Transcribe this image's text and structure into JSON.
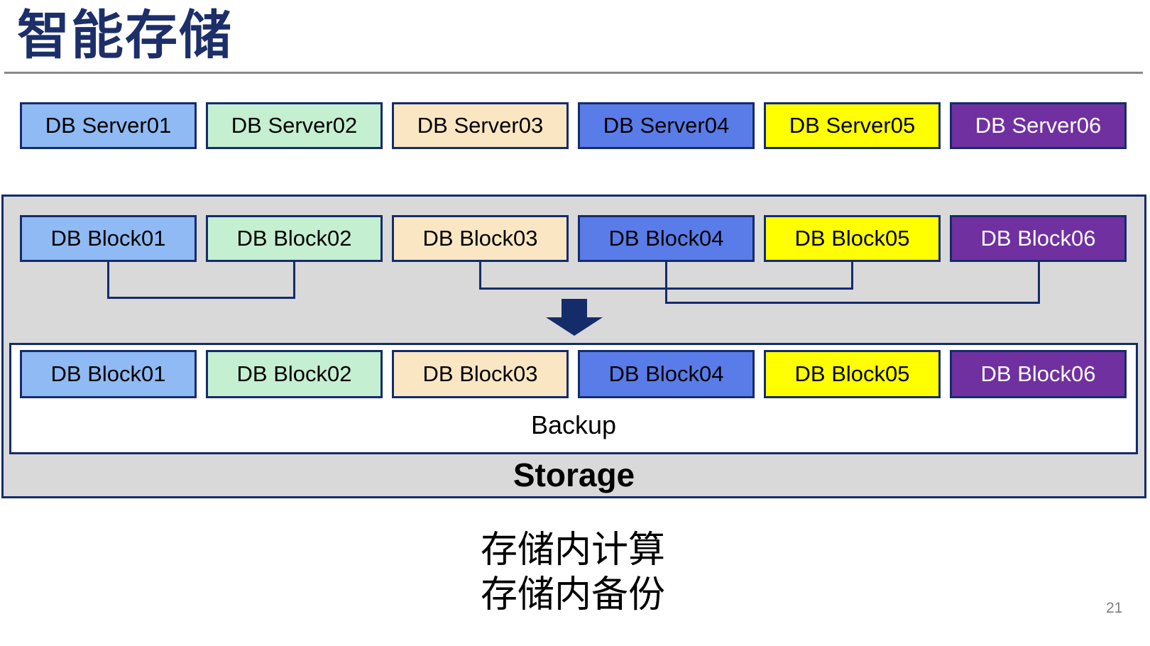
{
  "title": "智能存储",
  "page_number": "21",
  "colors": {
    "navy": "#152C6B",
    "title": "#1C2F69",
    "container_bg": "#D9D9D9",
    "rule": "#8A8A8A",
    "page_number": "#7F7F7F"
  },
  "servers": [
    {
      "label": "DB Server01",
      "bg": "#8FBAF3",
      "fg": "#000000"
    },
    {
      "label": "DB Server02",
      "bg": "#C4EFD0",
      "fg": "#000000"
    },
    {
      "label": "DB Server03",
      "bg": "#FAE6C2",
      "fg": "#000000"
    },
    {
      "label": "DB Server04",
      "bg": "#5A7CE8",
      "fg": "#000000"
    },
    {
      "label": "DB Server05",
      "bg": "#FFFF00",
      "fg": "#000000"
    },
    {
      "label": "DB Server06",
      "bg": "#7030A0",
      "fg": "#FFFFFF"
    }
  ],
  "upper_blocks": [
    {
      "label": "DB Block01",
      "bg": "#8FBAF3",
      "fg": "#000000"
    },
    {
      "label": "DB Block02",
      "bg": "#C4EFD0",
      "fg": "#000000"
    },
    {
      "label": "DB Block03",
      "bg": "#FAE6C2",
      "fg": "#000000"
    },
    {
      "label": "DB Block04",
      "bg": "#5A7CE8",
      "fg": "#000000"
    },
    {
      "label": "DB Block05",
      "bg": "#FFFF00",
      "fg": "#000000"
    },
    {
      "label": "DB Block06",
      "bg": "#7030A0",
      "fg": "#FFFFFF"
    }
  ],
  "lower_blocks": [
    {
      "label": "DB Block01",
      "bg": "#8FBAF3",
      "fg": "#000000"
    },
    {
      "label": "DB Block02",
      "bg": "#C4EFD0",
      "fg": "#000000"
    },
    {
      "label": "DB Block03",
      "bg": "#FAE6C2",
      "fg": "#000000"
    },
    {
      "label": "DB Block04",
      "bg": "#5A7CE8",
      "fg": "#000000"
    },
    {
      "label": "DB Block05",
      "bg": "#FFFF00",
      "fg": "#000000"
    },
    {
      "label": "DB Block06",
      "bg": "#7030A0",
      "fg": "#FFFFFF"
    }
  ],
  "backup_label": "Backup",
  "storage_label": "Storage",
  "caption": {
    "line1": "存储内计算",
    "line2": "存储内备份"
  }
}
